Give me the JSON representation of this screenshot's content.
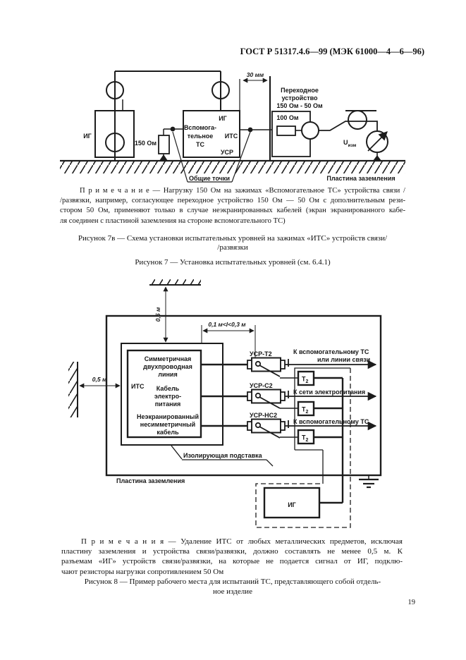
{
  "header": "ГОСТ Р 51317.4.6—99 (МЭК 61000—4—6—96)",
  "page_number": "19",
  "d1": {
    "ig_left": "ИГ",
    "r150": "150 Ом",
    "aux1": "Вспомога-",
    "aux2": "тельное",
    "aux3": "ТС",
    "term_ig": "ИГ",
    "term_its": "ИТС",
    "term_usr": "УСР",
    "common_points": "Общие точки",
    "dim30": "30 мм",
    "trans1": "Переходное",
    "trans2": "устройство",
    "trans3": "150 Ом - 50 Ом",
    "r100": "100 Ом",
    "u": "U",
    "u_sub": "изм",
    "ground": "Пластина заземления"
  },
  "note7": {
    "l1": "П р и м е ч а н и е — Нагрузку 150 Ом на зажимах «Вспомогательное ТС» устройства связи /",
    "l2": "/развязки, например, согласующее переходное устройство 150 Ом — 50 Ом с дополнительным рези-",
    "l3": "стором 50 Ом, применяют только в случае неэкранированных кабелей (экран экранированного кабе-",
    "l4": "ля соединен с пластиной заземления на стороне вспомогательного ТС)"
  },
  "cap7v": {
    "l1": "Рисунок 7в — Схема установки испытательных уровней на зажимах «ИТС» устройств связи/",
    "l2": "/развязки"
  },
  "cap7": "Рисунок 7 — Установка испытательных уровней (см. 6.4.1)",
  "d2": {
    "dim05v": "0,5 м",
    "dim05h": "0,5 м",
    "dimL": "0,1 м<l<0,3 м",
    "its": "ИТС",
    "line1a": "Симметричная",
    "line1b": "двухпроводная",
    "line1c": "линия",
    "line2a": "Кабель",
    "line2b": "электро-",
    "line2c": "питания",
    "line3a": "Неэкранированный",
    "line3b": "несимметричный",
    "line3c": "кабель",
    "usr_t2": "УСР-Т2",
    "usr_c2": "УСР-С2",
    "usr_ns2": "УСР-НС2",
    "arrow1a": "К вспомогательному ТС",
    "arrow1b": "или линии связи",
    "arrow2": "К сети электропитания",
    "arrow3": "К вспомогательному ТС",
    "t2": "Т",
    "t2_sub": "2",
    "ig": "ИГ",
    "insulating": "Изолирующая подставка",
    "ground": "Пластина заземления"
  },
  "note8": {
    "l1": "П р и м е ч а н и я — Удаление ИТС от любых металлических предметов, исключая",
    "l2": "пластину заземления и устройства связи/развязки, должно составлять не менее 0,5 м. К",
    "l3": "разъемам «ИГ» устройств связи/развязки, на которые не подается сигнал от ИГ, подклю-",
    "l4": "чают резисторы нагрузки сопротивлением 50 Ом"
  },
  "cap8": {
    "l1": "Рисунок 8 — Пример рабочего места для испытаний ТС, представляющего собой отдель-",
    "l2": "ное изделие"
  }
}
